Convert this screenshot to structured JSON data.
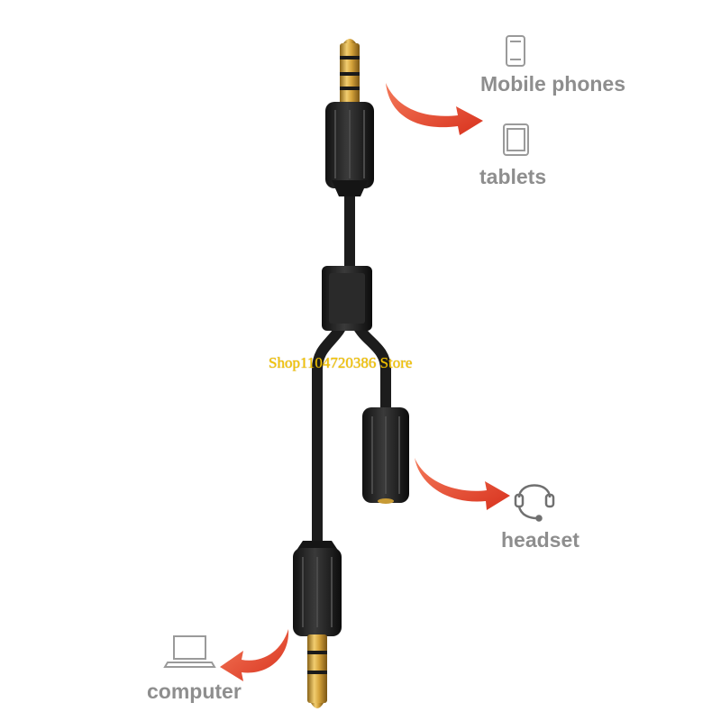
{
  "labels": {
    "mobile_phones": "Mobile phones",
    "tablets": "tablets",
    "headset": "headset",
    "computer": "computer"
  },
  "watermark": "Shop1104720386 Store",
  "icons": [
    "phone-icon",
    "tablet-icon",
    "headset-icon",
    "laptop-icon"
  ],
  "colors": {
    "label_gray": "#8e8e8e",
    "arrow_red": "#e8432d",
    "cable_black": "#1c1c1c",
    "gold_plug": "#d4a23a",
    "watermark_yellow": "#f5c400"
  }
}
